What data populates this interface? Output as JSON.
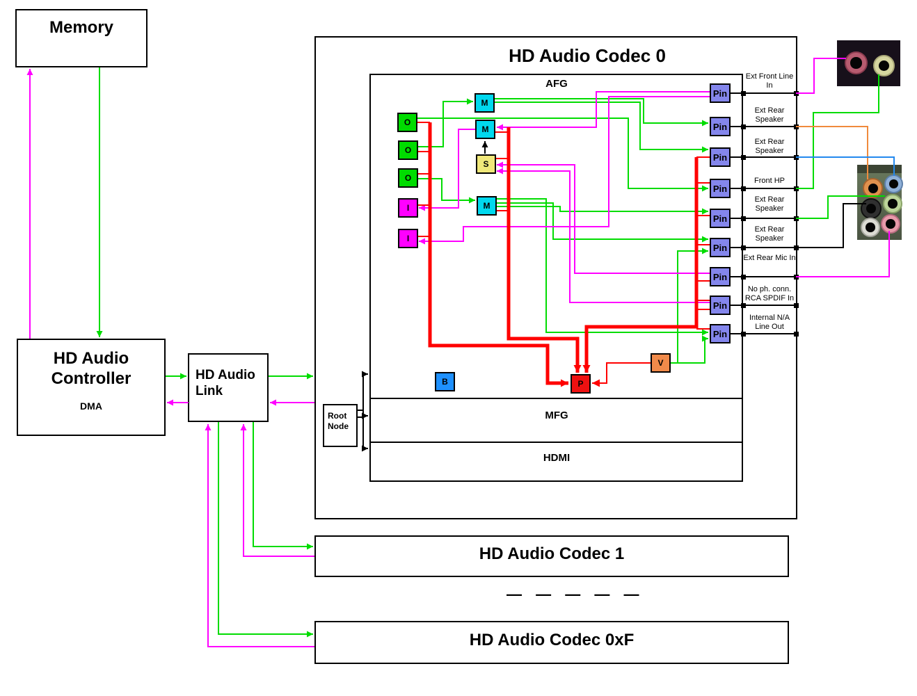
{
  "boxes": {
    "memory": {
      "title": "Memory"
    },
    "controller": {
      "title": "HD Audio Controller",
      "subtitle": "DMA"
    },
    "link": {
      "title": "HD Audio Link"
    },
    "codec0": {
      "title": "HD Audio Codec 0"
    },
    "function_groups": {
      "afg": "AFG",
      "mfg": "MFG",
      "hdmi": "HDMI"
    },
    "root_node": {
      "label": "Root Node"
    },
    "codec1": {
      "title": "HD Audio Codec 1"
    },
    "codecF": {
      "title": "HD Audio Codec 0xF"
    },
    "ellipsis": "— — — — —"
  },
  "widgets": {
    "output1": "O",
    "output2": "O",
    "output3": "O",
    "input1": "I",
    "input2": "I",
    "mixer1": "M",
    "mixer2": "M",
    "mixer3": "M",
    "selector": "S",
    "beep": "B",
    "power": "P",
    "volume": "V",
    "pin_label": "Pin"
  },
  "ports": [
    {
      "label": "Ext Front Line In"
    },
    {
      "label": "Ext Rear Speaker"
    },
    {
      "label": "Ext Rear Speaker"
    },
    {
      "label": "Front HP"
    },
    {
      "label": "Ext Rear Speaker"
    },
    {
      "label": "Ext Rear Speaker"
    },
    {
      "label": "Ext Rear Mic In"
    },
    {
      "label": "No ph. conn. RCA SPDIF In"
    },
    {
      "label": "Internal N/A Line Out"
    }
  ],
  "colors": {
    "output_stream_wire": "#00dc00",
    "input_stream_wire": "#ff00ff",
    "power_wire": "#ff0000",
    "physical_wire": "#000000",
    "orange_jack_wire": "#f08a3c",
    "blue_jack_wire": "#2288ee",
    "widget_output": "#00dc00",
    "widget_input": "#ff00ff",
    "widget_mixer": "#00d8ee",
    "widget_selector": "#f0e87a",
    "widget_beep": "#1e90ff",
    "widget_power": "#ee1111",
    "widget_volume": "#f08a4a",
    "pin_widget": "#8486ec"
  },
  "jack_panels": {
    "front_panel_jacks": [
      "pink-jack",
      "lime-jack"
    ],
    "rear_panel_jacks": [
      "orange-jack",
      "blue-jack",
      "black-jack",
      "lime-jack",
      "white-jack",
      "pink-jack"
    ]
  }
}
